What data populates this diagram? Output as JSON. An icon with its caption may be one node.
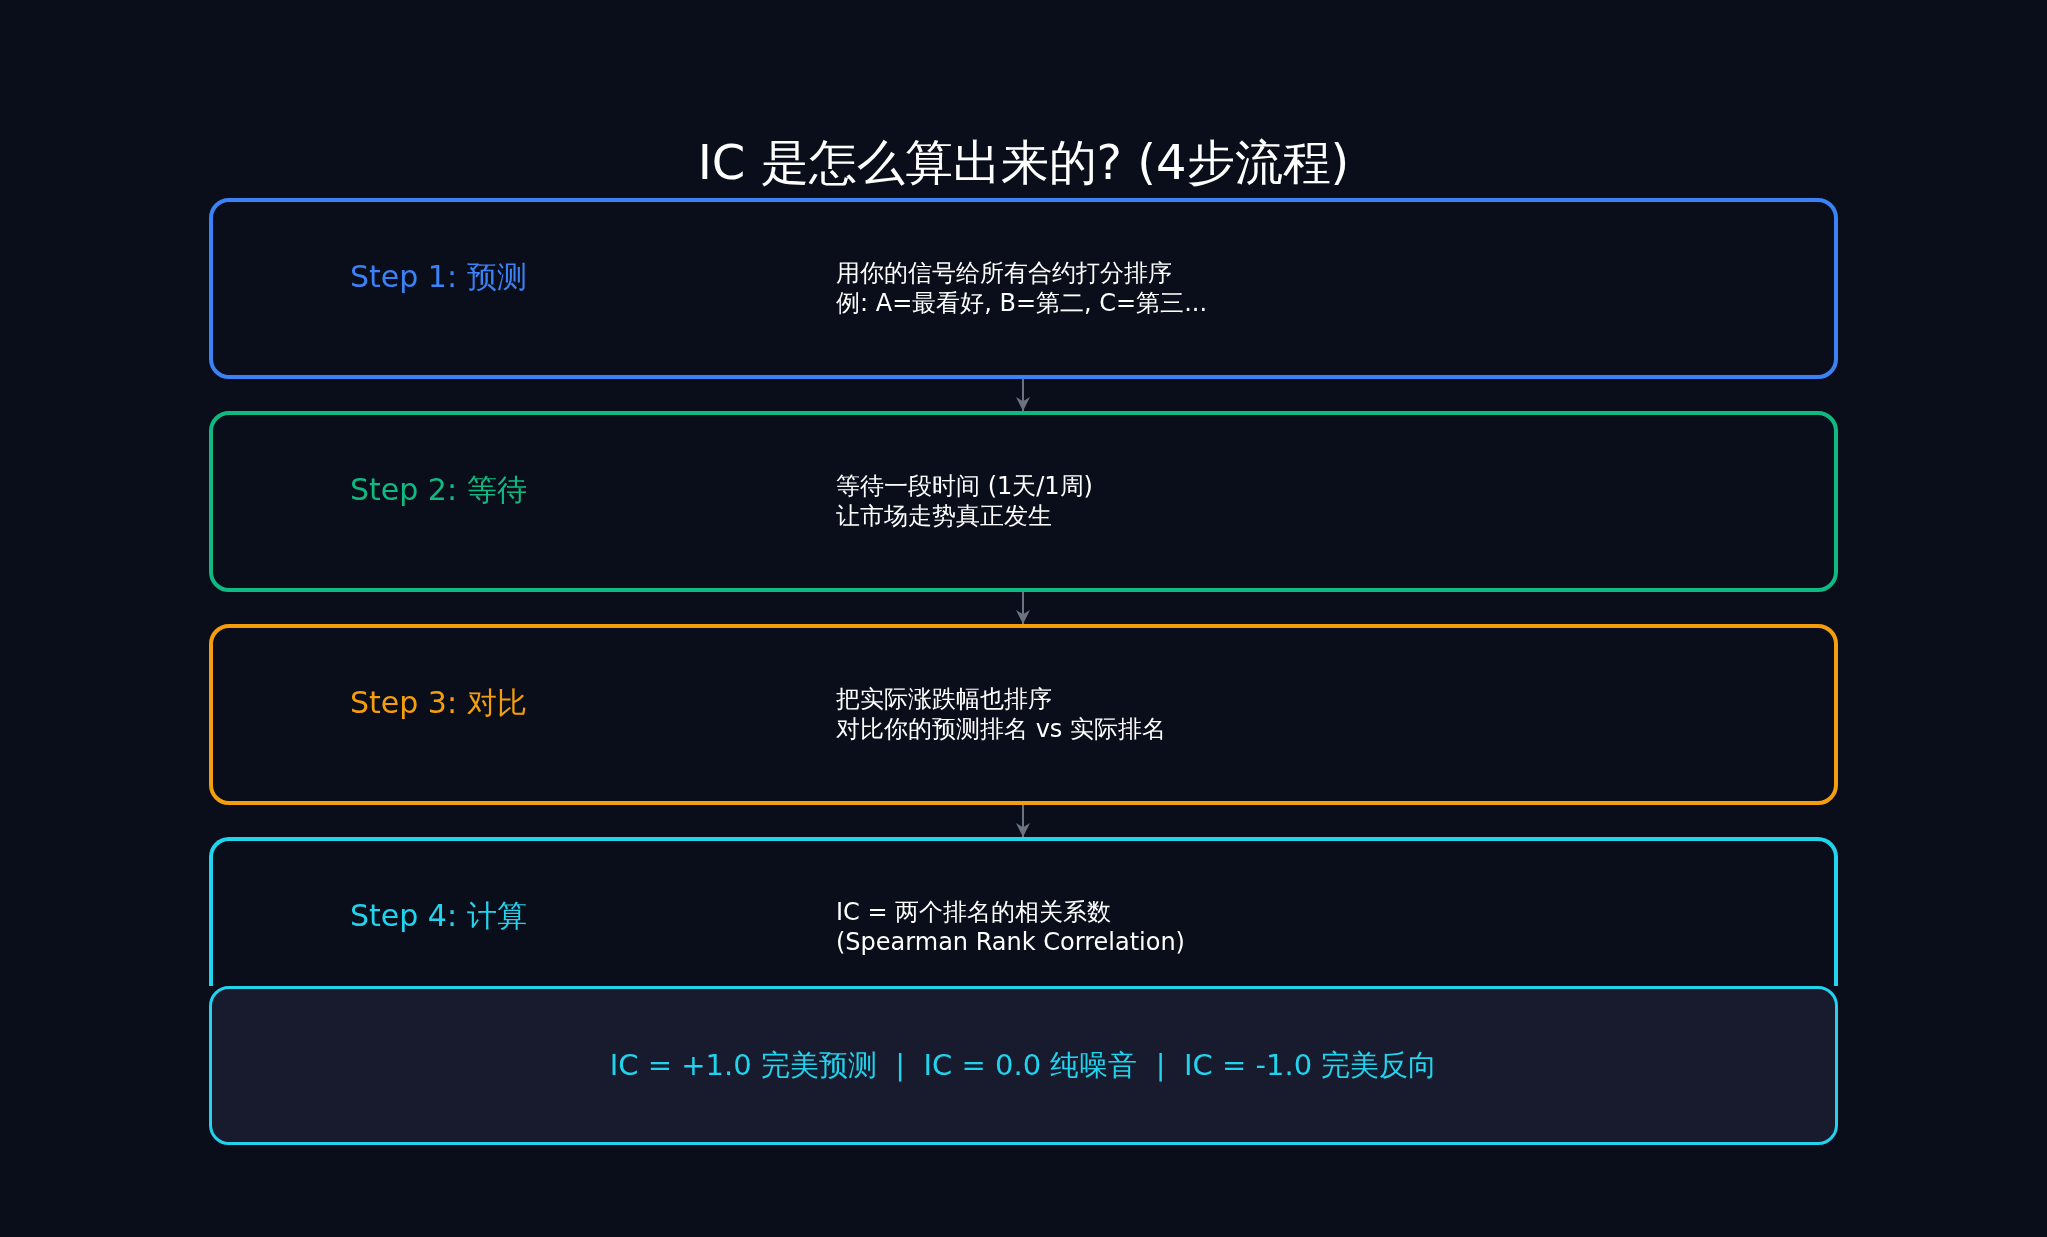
{
  "diagram": {
    "title": "IC 是怎么算出来的? (4步流程)",
    "nodes": [
      {
        "text": [
          "Step 1: 预测",
          "用你的信号给所有合约打分排序",
          "例: A=最看好, B=第二, C=第三..."
        ]
      },
      {
        "text": [
          "Step 2: 等待",
          "等待一段时间 (1天/1周)",
          "让市场走势真正发生"
        ]
      },
      {
        "text": [
          "Step 3: 对比",
          "把实际涨跌幅也排序",
          "对比你的预测排名 vs 实际排名"
        ]
      },
      {
        "text": [
          "Step 4: 计算",
          "IC = 两个排名的相关系数",
          "(Spearman Rank Correlation)"
        ]
      },
      {
        "text": [
          "IC = +1.0 完美预测  |  IC = 0.0 纯噪音  |  IC = -1.0 完美反向"
        ]
      }
    ],
    "edges": [
      {
        "from": 0,
        "to": 1,
        "arrow": "to"
      },
      {
        "from": 1,
        "to": 2,
        "arrow": "to"
      },
      {
        "from": 2,
        "to": 3,
        "arrow": "to"
      }
    ]
  }
}
